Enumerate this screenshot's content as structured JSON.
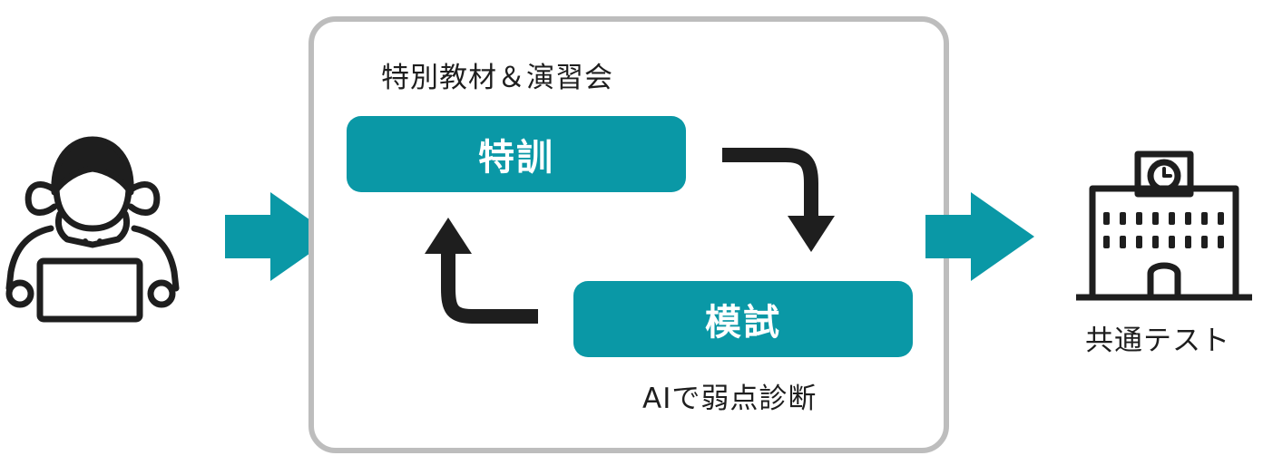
{
  "diagram": {
    "box_caption": "特別教材＆演習会",
    "step_training": "特訓",
    "step_mock_exam": "模試",
    "mock_exam_caption": "AIで弱点診断",
    "goal_label": "共通テスト",
    "colors": {
      "accent_teal": "#0a98a6",
      "frame_gray": "#bdbdbd",
      "loop_arrow": "#1e1e1e",
      "icon_stroke": "#1e1e1e"
    },
    "icons": {
      "student": "student-with-laptop-icon",
      "school": "school-building-icon"
    }
  }
}
